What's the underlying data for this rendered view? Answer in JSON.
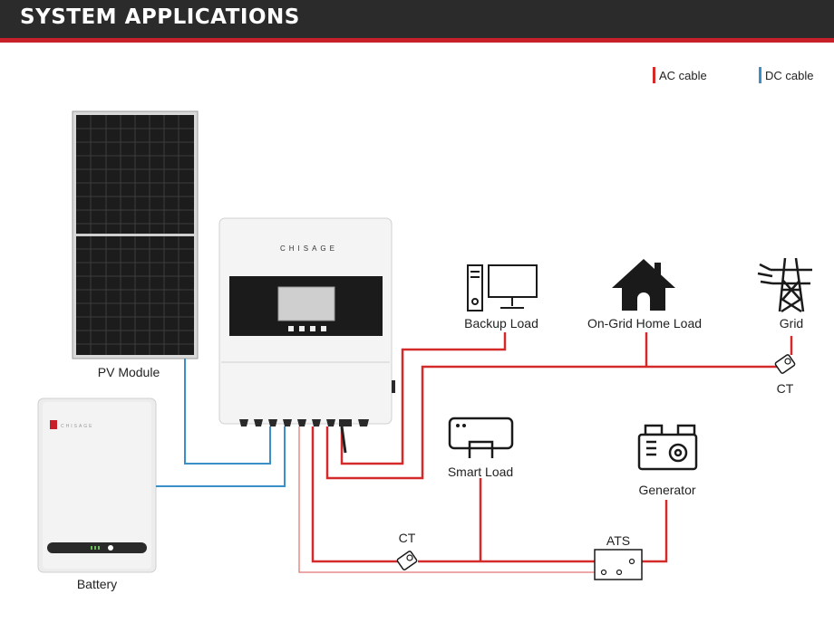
{
  "header": {
    "title": "SYSTEM APPLICATIONS"
  },
  "legend": {
    "ac": {
      "label": "AC cable",
      "color": "#d42a2a"
    },
    "dc": {
      "label": "DC cable",
      "color": "#3a8fc8"
    }
  },
  "inverter": {
    "brand": "CHISAGE"
  },
  "battery_unit": {
    "brand": "CHISAGE"
  },
  "components": {
    "pv_module": "PV Module",
    "battery": "Battery",
    "backup_load": "Backup Load",
    "on_grid_home_load": "On-Grid Home Load",
    "grid": "Grid",
    "ct_grid": "CT",
    "smart_load": "Smart Load",
    "generator": "Generator",
    "ct_bottom": "CT",
    "ats": "ATS"
  }
}
